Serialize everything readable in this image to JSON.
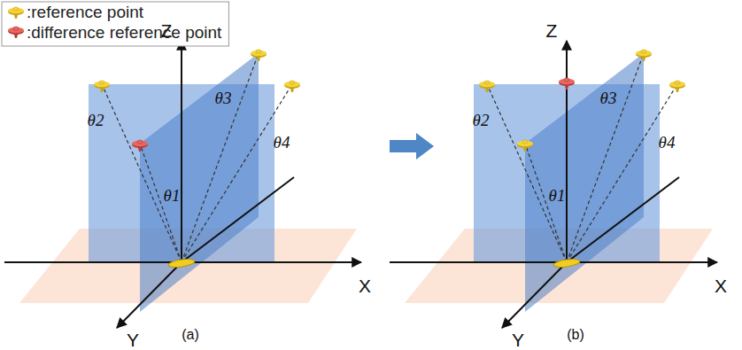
{
  "diagram": {
    "labels": [
      "Z",
      "θ2",
      "θ1",
      "θ3",
      "θ4",
      "X",
      "Y",
      "(a)",
      "Z",
      "θ2",
      "θ1",
      "θ3",
      "θ4",
      "X",
      "Y",
      "(b)"
    ],
    "legend": [
      {
        "text": ":reference point"
      },
      {
        "text": ":difference reference point"
      }
    ]
  }
}
